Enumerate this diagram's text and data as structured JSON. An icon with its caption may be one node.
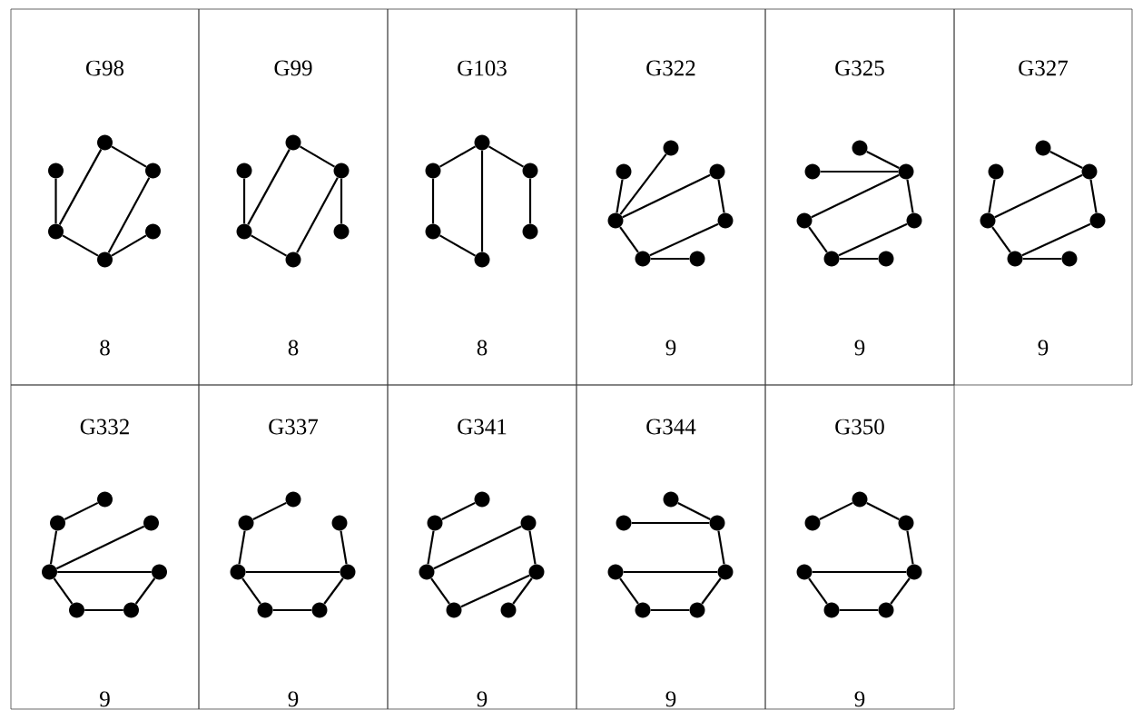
{
  "diagram": {
    "nodes": [
      {
        "text": [
          "G98",
          "8"
        ]
      },
      {
        "text": [],
        "shape": "circle",
        "in": 0
      },
      {
        "text": [],
        "shape": "circle",
        "in": 0
      },
      {
        "text": [],
        "shape": "circle",
        "in": 0
      },
      {
        "text": [],
        "shape": "circle",
        "in": 0
      },
      {
        "text": [],
        "shape": "circle",
        "in": 0
      },
      {
        "text": [],
        "shape": "circle",
        "in": 0
      },
      {
        "text": [
          "G99",
          "8"
        ]
      },
      {
        "text": [],
        "shape": "circle",
        "in": 7
      },
      {
        "text": [],
        "shape": "circle",
        "in": 7
      },
      {
        "text": [],
        "shape": "circle",
        "in": 7
      },
      {
        "text": [],
        "shape": "circle",
        "in": 7
      },
      {
        "text": [],
        "shape": "circle",
        "in": 7
      },
      {
        "text": [],
        "shape": "circle",
        "in": 7
      },
      {
        "text": [
          "G103",
          "8"
        ]
      },
      {
        "text": [],
        "shape": "circle",
        "in": 14
      },
      {
        "text": [],
        "shape": "circle",
        "in": 14
      },
      {
        "text": [],
        "shape": "circle",
        "in": 14
      },
      {
        "text": [],
        "shape": "circle",
        "in": 14
      },
      {
        "text": [],
        "shape": "circle",
        "in": 14
      },
      {
        "text": [],
        "shape": "circle",
        "in": 14
      },
      {
        "text": [
          "G322",
          "9"
        ]
      },
      {
        "text": [],
        "shape": "circle",
        "in": 21
      },
      {
        "text": [],
        "shape": "circle",
        "in": 21
      },
      {
        "text": [],
        "shape": "circle",
        "in": 21
      },
      {
        "text": [],
        "shape": "circle",
        "in": 21
      },
      {
        "text": [],
        "shape": "circle",
        "in": 21
      },
      {
        "text": [],
        "shape": "circle",
        "in": 21
      },
      {
        "text": [],
        "shape": "circle",
        "in": 21
      },
      {
        "text": [
          "G325",
          "9"
        ]
      },
      {
        "text": [],
        "shape": "circle",
        "in": 29
      },
      {
        "text": [],
        "shape": "circle",
        "in": 29
      },
      {
        "text": [],
        "shape": "circle",
        "in": 29
      },
      {
        "text": [],
        "shape": "circle",
        "in": 29
      },
      {
        "text": [],
        "shape": "circle",
        "in": 29
      },
      {
        "text": [],
        "shape": "circle",
        "in": 29
      },
      {
        "text": [],
        "shape": "circle",
        "in": 29
      },
      {
        "text": [
          "G327",
          "9"
        ]
      },
      {
        "text": [],
        "shape": "circle",
        "in": 37
      },
      {
        "text": [],
        "shape": "circle",
        "in": 37
      },
      {
        "text": [],
        "shape": "circle",
        "in": 37
      },
      {
        "text": [],
        "shape": "circle",
        "in": 37
      },
      {
        "text": [],
        "shape": "circle",
        "in": 37
      },
      {
        "text": [],
        "shape": "circle",
        "in": 37
      },
      {
        "text": [],
        "shape": "circle",
        "in": 37
      },
      {
        "text": [
          "G332",
          "9"
        ]
      },
      {
        "text": [],
        "shape": "circle",
        "in": 45
      },
      {
        "text": [],
        "shape": "circle",
        "in": 45
      },
      {
        "text": [],
        "shape": "circle",
        "in": 45
      },
      {
        "text": [],
        "shape": "circle",
        "in": 45
      },
      {
        "text": [],
        "shape": "circle",
        "in": 45
      },
      {
        "text": [],
        "shape": "circle",
        "in": 45
      },
      {
        "text": [],
        "shape": "circle",
        "in": 45
      },
      {
        "text": [
          "G337",
          "9"
        ]
      },
      {
        "text": [],
        "shape": "circle",
        "in": 53
      },
      {
        "text": [],
        "shape": "circle",
        "in": 53
      },
      {
        "text": [],
        "shape": "circle",
        "in": 53
      },
      {
        "text": [],
        "shape": "circle",
        "in": 53
      },
      {
        "text": [],
        "shape": "circle",
        "in": 53
      },
      {
        "text": [],
        "shape": "circle",
        "in": 53
      },
      {
        "text": [],
        "shape": "circle",
        "in": 53
      },
      {
        "text": [
          "G341",
          "9"
        ]
      },
      {
        "text": [],
        "shape": "circle",
        "in": 61
      },
      {
        "text": [],
        "shape": "circle",
        "in": 61
      },
      {
        "text": [],
        "shape": "circle",
        "in": 61
      },
      {
        "text": [],
        "shape": "circle",
        "in": 61
      },
      {
        "text": [],
        "shape": "circle",
        "in": 61
      },
      {
        "text": [],
        "shape": "circle",
        "in": 61
      },
      {
        "text": [],
        "shape": "circle",
        "in": 61
      },
      {
        "text": [
          "G344",
          "9"
        ]
      },
      {
        "text": [],
        "shape": "circle",
        "in": 69
      },
      {
        "text": [],
        "shape": "circle",
        "in": 69
      },
      {
        "text": [],
        "shape": "circle",
        "in": 69
      },
      {
        "text": [],
        "shape": "circle",
        "in": 69
      },
      {
        "text": [],
        "shape": "circle",
        "in": 69
      },
      {
        "text": [],
        "shape": "circle",
        "in": 69
      },
      {
        "text": [],
        "shape": "circle",
        "in": 69
      },
      {
        "text": [
          "G350",
          "9"
        ]
      },
      {
        "text": [],
        "shape": "circle",
        "in": 77
      },
      {
        "text": [],
        "shape": "circle",
        "in": 77
      },
      {
        "text": [],
        "shape": "circle",
        "in": 77
      },
      {
        "text": [],
        "shape": "circle",
        "in": 77
      },
      {
        "text": [],
        "shape": "circle",
        "in": 77
      },
      {
        "text": [],
        "shape": "circle",
        "in": 77
      },
      {
        "text": [],
        "shape": "circle",
        "in": 77
      }
    ],
    "edges": [
      {
        "from": 2,
        "to": 4,
        "arrow": "none"
      },
      {
        "from": 4,
        "to": 1,
        "arrow": "none"
      },
      {
        "from": 1,
        "to": 3,
        "arrow": "none"
      },
      {
        "from": 3,
        "to": 6,
        "arrow": "none"
      },
      {
        "from": 4,
        "to": 6,
        "arrow": "none"
      },
      {
        "from": 6,
        "to": 5,
        "arrow": "none"
      },
      {
        "from": 9,
        "to": 11,
        "arrow": "none"
      },
      {
        "from": 11,
        "to": 8,
        "arrow": "none"
      },
      {
        "from": 8,
        "to": 10,
        "arrow": "none"
      },
      {
        "from": 10,
        "to": 13,
        "arrow": "none"
      },
      {
        "from": 11,
        "to": 13,
        "arrow": "none"
      },
      {
        "from": 10,
        "to": 12,
        "arrow": "none"
      },
      {
        "from": 15,
        "to": 16,
        "arrow": "none"
      },
      {
        "from": 16,
        "to": 18,
        "arrow": "none"
      },
      {
        "from": 18,
        "to": 20,
        "arrow": "none"
      },
      {
        "from": 15,
        "to": 20,
        "arrow": "none"
      },
      {
        "from": 15,
        "to": 17,
        "arrow": "none"
      },
      {
        "from": 17,
        "to": 19,
        "arrow": "none"
      },
      {
        "from": 23,
        "to": 25,
        "arrow": "none"
      },
      {
        "from": 22,
        "to": 25,
        "arrow": "none"
      },
      {
        "from": 24,
        "to": 25,
        "arrow": "none"
      },
      {
        "from": 24,
        "to": 26,
        "arrow": "none"
      },
      {
        "from": 26,
        "to": 27,
        "arrow": "none"
      },
      {
        "from": 25,
        "to": 27,
        "arrow": "none"
      },
      {
        "from": 27,
        "to": 28,
        "arrow": "none"
      },
      {
        "from": 30,
        "to": 32,
        "arrow": "none"
      },
      {
        "from": 31,
        "to": 32,
        "arrow": "none"
      },
      {
        "from": 32,
        "to": 33,
        "arrow": "none"
      },
      {
        "from": 32,
        "to": 34,
        "arrow": "none"
      },
      {
        "from": 34,
        "to": 35,
        "arrow": "none"
      },
      {
        "from": 33,
        "to": 35,
        "arrow": "none"
      },
      {
        "from": 35,
        "to": 36,
        "arrow": "none"
      },
      {
        "from": 38,
        "to": 40,
        "arrow": "none"
      },
      {
        "from": 39,
        "to": 41,
        "arrow": "none"
      },
      {
        "from": 40,
        "to": 41,
        "arrow": "none"
      },
      {
        "from": 40,
        "to": 42,
        "arrow": "none"
      },
      {
        "from": 42,
        "to": 43,
        "arrow": "none"
      },
      {
        "from": 41,
        "to": 43,
        "arrow": "none"
      },
      {
        "from": 43,
        "to": 44,
        "arrow": "none"
      },
      {
        "from": 46,
        "to": 47,
        "arrow": "none"
      },
      {
        "from": 47,
        "to": 49,
        "arrow": "none"
      },
      {
        "from": 48,
        "to": 49,
        "arrow": "none"
      },
      {
        "from": 49,
        "to": 50,
        "arrow": "none"
      },
      {
        "from": 49,
        "to": 51,
        "arrow": "none"
      },
      {
        "from": 51,
        "to": 52,
        "arrow": "none"
      },
      {
        "from": 52,
        "to": 50,
        "arrow": "none"
      },
      {
        "from": 54,
        "to": 55,
        "arrow": "none"
      },
      {
        "from": 55,
        "to": 57,
        "arrow": "none"
      },
      {
        "from": 56,
        "to": 58,
        "arrow": "none"
      },
      {
        "from": 57,
        "to": 58,
        "arrow": "none"
      },
      {
        "from": 57,
        "to": 59,
        "arrow": "none"
      },
      {
        "from": 59,
        "to": 60,
        "arrow": "none"
      },
      {
        "from": 60,
        "to": 58,
        "arrow": "none"
      },
      {
        "from": 62,
        "to": 63,
        "arrow": "none"
      },
      {
        "from": 63,
        "to": 65,
        "arrow": "none"
      },
      {
        "from": 64,
        "to": 65,
        "arrow": "none"
      },
      {
        "from": 64,
        "to": 66,
        "arrow": "none"
      },
      {
        "from": 66,
        "to": 67,
        "arrow": "none"
      },
      {
        "from": 65,
        "to": 67,
        "arrow": "none"
      },
      {
        "from": 68,
        "to": 66,
        "arrow": "none"
      },
      {
        "from": 70,
        "to": 72,
        "arrow": "none"
      },
      {
        "from": 71,
        "to": 72,
        "arrow": "none"
      },
      {
        "from": 72,
        "to": 74,
        "arrow": "none"
      },
      {
        "from": 73,
        "to": 74,
        "arrow": "none"
      },
      {
        "from": 73,
        "to": 75,
        "arrow": "none"
      },
      {
        "from": 75,
        "to": 76,
        "arrow": "none"
      },
      {
        "from": 76,
        "to": 74,
        "arrow": "none"
      },
      {
        "from": 78,
        "to": 79,
        "arrow": "none"
      },
      {
        "from": 78,
        "to": 80,
        "arrow": "none"
      },
      {
        "from": 80,
        "to": 82,
        "arrow": "none"
      },
      {
        "from": 81,
        "to": 82,
        "arrow": "none"
      },
      {
        "from": 81,
        "to": 83,
        "arrow": "none"
      },
      {
        "from": 83,
        "to": 84,
        "arrow": "none"
      },
      {
        "from": 84,
        "to": 82,
        "arrow": "none"
      }
    ]
  }
}
